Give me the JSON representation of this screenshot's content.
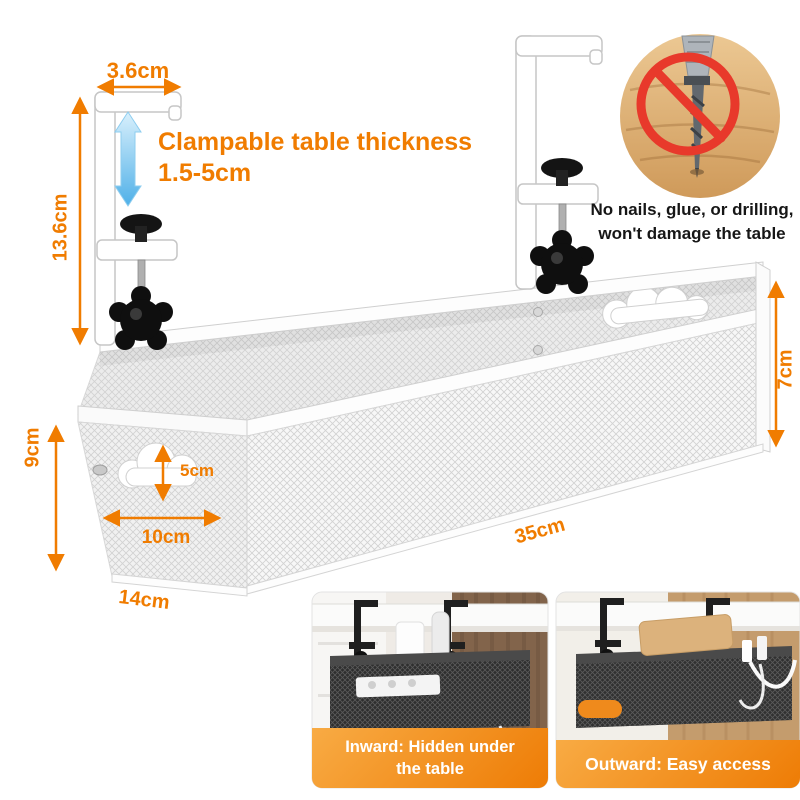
{
  "colors": {
    "accent_orange": "#f07c00",
    "prohibition_red": "#e8392b",
    "arrow_blue": "#58b5ea",
    "banner_orange_top": "#f8ab44",
    "banner_orange_bottom": "#ee7c05"
  },
  "clamp_section": {
    "width_label": "3.6cm",
    "height_label": "13.6cm",
    "headline_line1": "Clampable table thickness",
    "headline_line2": "1.5-5cm"
  },
  "no_drill_badge": {
    "caption_line1": "No nails, glue, or drilling,",
    "caption_line2": "won't damage the table"
  },
  "basket_dimensions": {
    "side_height": "9cm",
    "back_height": "7cm",
    "slot_height": "5cm",
    "slot_width": "10cm",
    "depth": "14cm",
    "length": "35cm"
  },
  "usage_cards": {
    "inward": {
      "caption_line1": "Inward: Hidden under",
      "caption_line2": "the table"
    },
    "outward": {
      "caption": "Outward: Easy access"
    }
  }
}
